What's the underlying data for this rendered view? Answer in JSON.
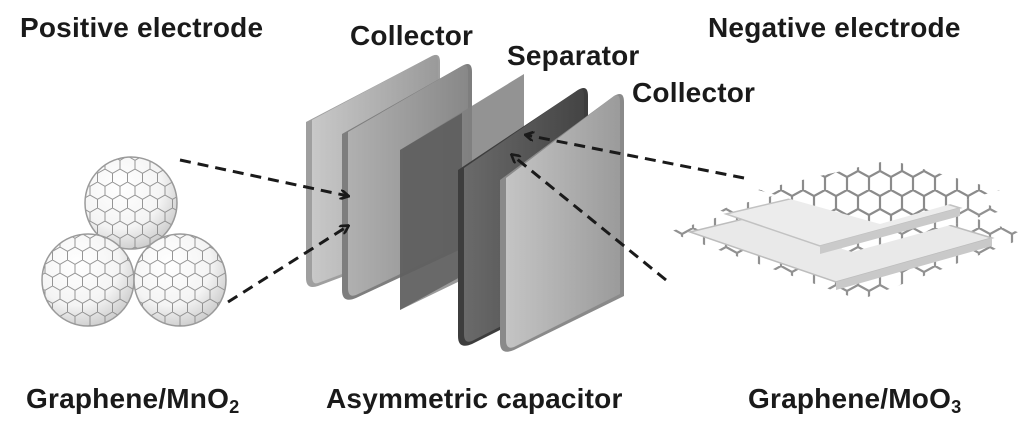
{
  "labels": {
    "positive_electrode": "Positive electrode",
    "collector_left": "Collector",
    "separator": "Separator",
    "collector_right": "Collector",
    "negative_electrode": "Negative electrode",
    "bottom_left_main": "Graphene/MnO",
    "bottom_left_sub": "2",
    "bottom_center": "Asymmetric capacitor",
    "bottom_right_main": "Graphene/MoO",
    "bottom_right_sub": "3"
  },
  "colors": {
    "text": "#1a1a1a",
    "plate_light": "#a9a9a9",
    "plate_medium": "#8f8f8f",
    "plate_dark": "#555555",
    "separator": "#7d7d7d",
    "arrow": "#1a1a1a",
    "hex_line": "#8a8a8a"
  },
  "icons": {
    "spheres": "graphene-sphere-icon",
    "sheets": "graphene-sheet-icon"
  }
}
